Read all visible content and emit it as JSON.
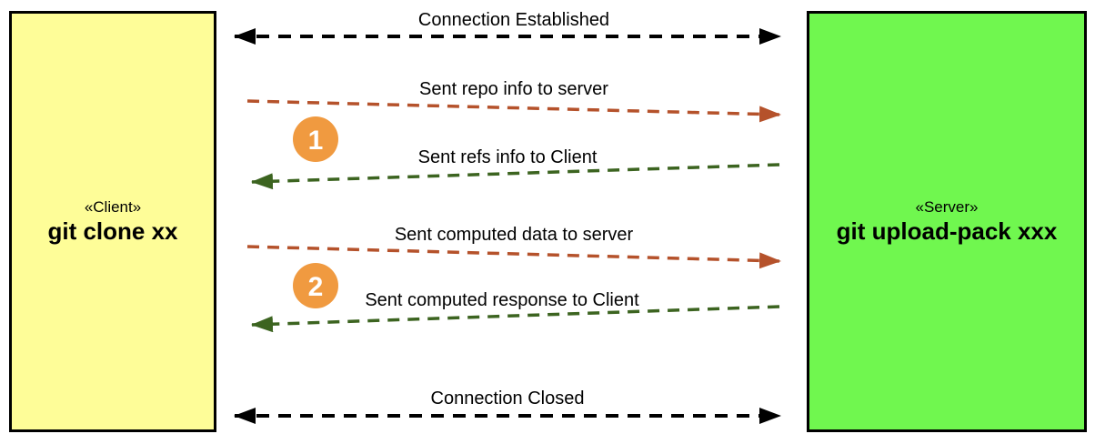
{
  "diagram": {
    "client": {
      "stereotype": "«Client»",
      "title": "git clone xx",
      "fill": "#FEFD98",
      "border": "#000000"
    },
    "server": {
      "stereotype": "«Server»",
      "title": "git upload-pack xxx",
      "fill": "#70F74F",
      "border": "#000000"
    },
    "colors": {
      "request": "#B5522B",
      "response": "#3C6420",
      "lifecycle": "#000000",
      "label_text": "#000000",
      "step_badge_fill": "#F09A40",
      "step_badge_text": "#FFFFFF"
    },
    "messages": [
      {
        "label": "Connection Established",
        "type": "lifecycle",
        "direction": "both"
      },
      {
        "label": "Sent repo info to server",
        "type": "request",
        "direction": "to-server"
      },
      {
        "label": "Sent refs info to Client",
        "type": "response",
        "direction": "to-client"
      },
      {
        "label": "Sent computed data to server",
        "type": "request",
        "direction": "to-server"
      },
      {
        "label": "Sent computed response to Client",
        "type": "response",
        "direction": "to-client"
      },
      {
        "label": "Connection Closed",
        "type": "lifecycle",
        "direction": "both"
      }
    ],
    "steps": [
      {
        "number": "1"
      },
      {
        "number": "2"
      }
    ]
  }
}
